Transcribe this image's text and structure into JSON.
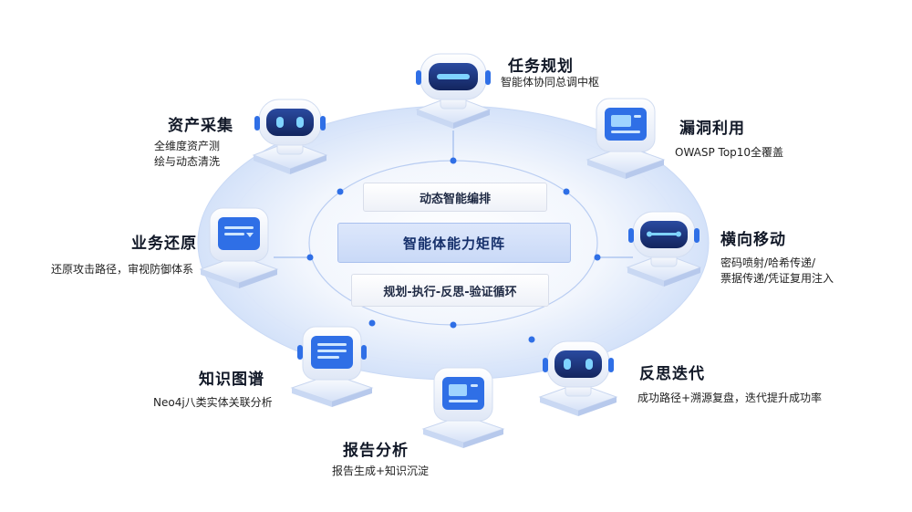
{
  "center": {
    "top_box": "动态智能编排",
    "main_box": "智能体能力矩阵",
    "bottom_box": "规划-执行-反思-验证循环"
  },
  "nodes": [
    {
      "id": "task-planning",
      "title": "任务规划",
      "desc": [
        "智能体协同总调中枢"
      ],
      "robot_icon": "robot-visor-icon"
    },
    {
      "id": "vuln-exploit",
      "title": "漏洞利用",
      "desc": [
        "OWASP Top10全覆盖"
      ],
      "robot_icon": "robot-screen-icon"
    },
    {
      "id": "lateral-move",
      "title": "横向移动",
      "desc": [
        "密码喷射/哈希传递/",
        "票据传递/凭证复用注入"
      ],
      "robot_icon": "robot-visor-icon"
    },
    {
      "id": "reflect-iterate",
      "title": "反思迭代",
      "desc": [
        "成功路径+溯源复盘，迭代提升成功率"
      ],
      "robot_icon": "robot-eyes-icon"
    },
    {
      "id": "report-analysis",
      "title": "报告分析",
      "desc": [
        "报告生成+知识沉淀"
      ],
      "robot_icon": "robot-screen-icon"
    },
    {
      "id": "knowledge-graph",
      "title": "知识图谱",
      "desc": [
        "Neo4j八类实体关联分析"
      ],
      "robot_icon": "robot-doc-icon"
    },
    {
      "id": "business-restore",
      "title": "业务还原",
      "desc": [
        "还原攻击路径，审视防御体系"
      ],
      "robot_icon": "robot-screen-icon"
    },
    {
      "id": "asset-collection",
      "title": "资产采集",
      "desc": [
        "全维度资产测",
        "绘与动态清洗"
      ],
      "robot_icon": "robot-eyes-icon"
    }
  ],
  "colors": {
    "accent": "#2f6fe6",
    "ring": "#dce7fb",
    "ring_line": "#b9cdf2",
    "robot_body": "#f3f6fc",
    "robot_face": "#1e3a8a"
  }
}
